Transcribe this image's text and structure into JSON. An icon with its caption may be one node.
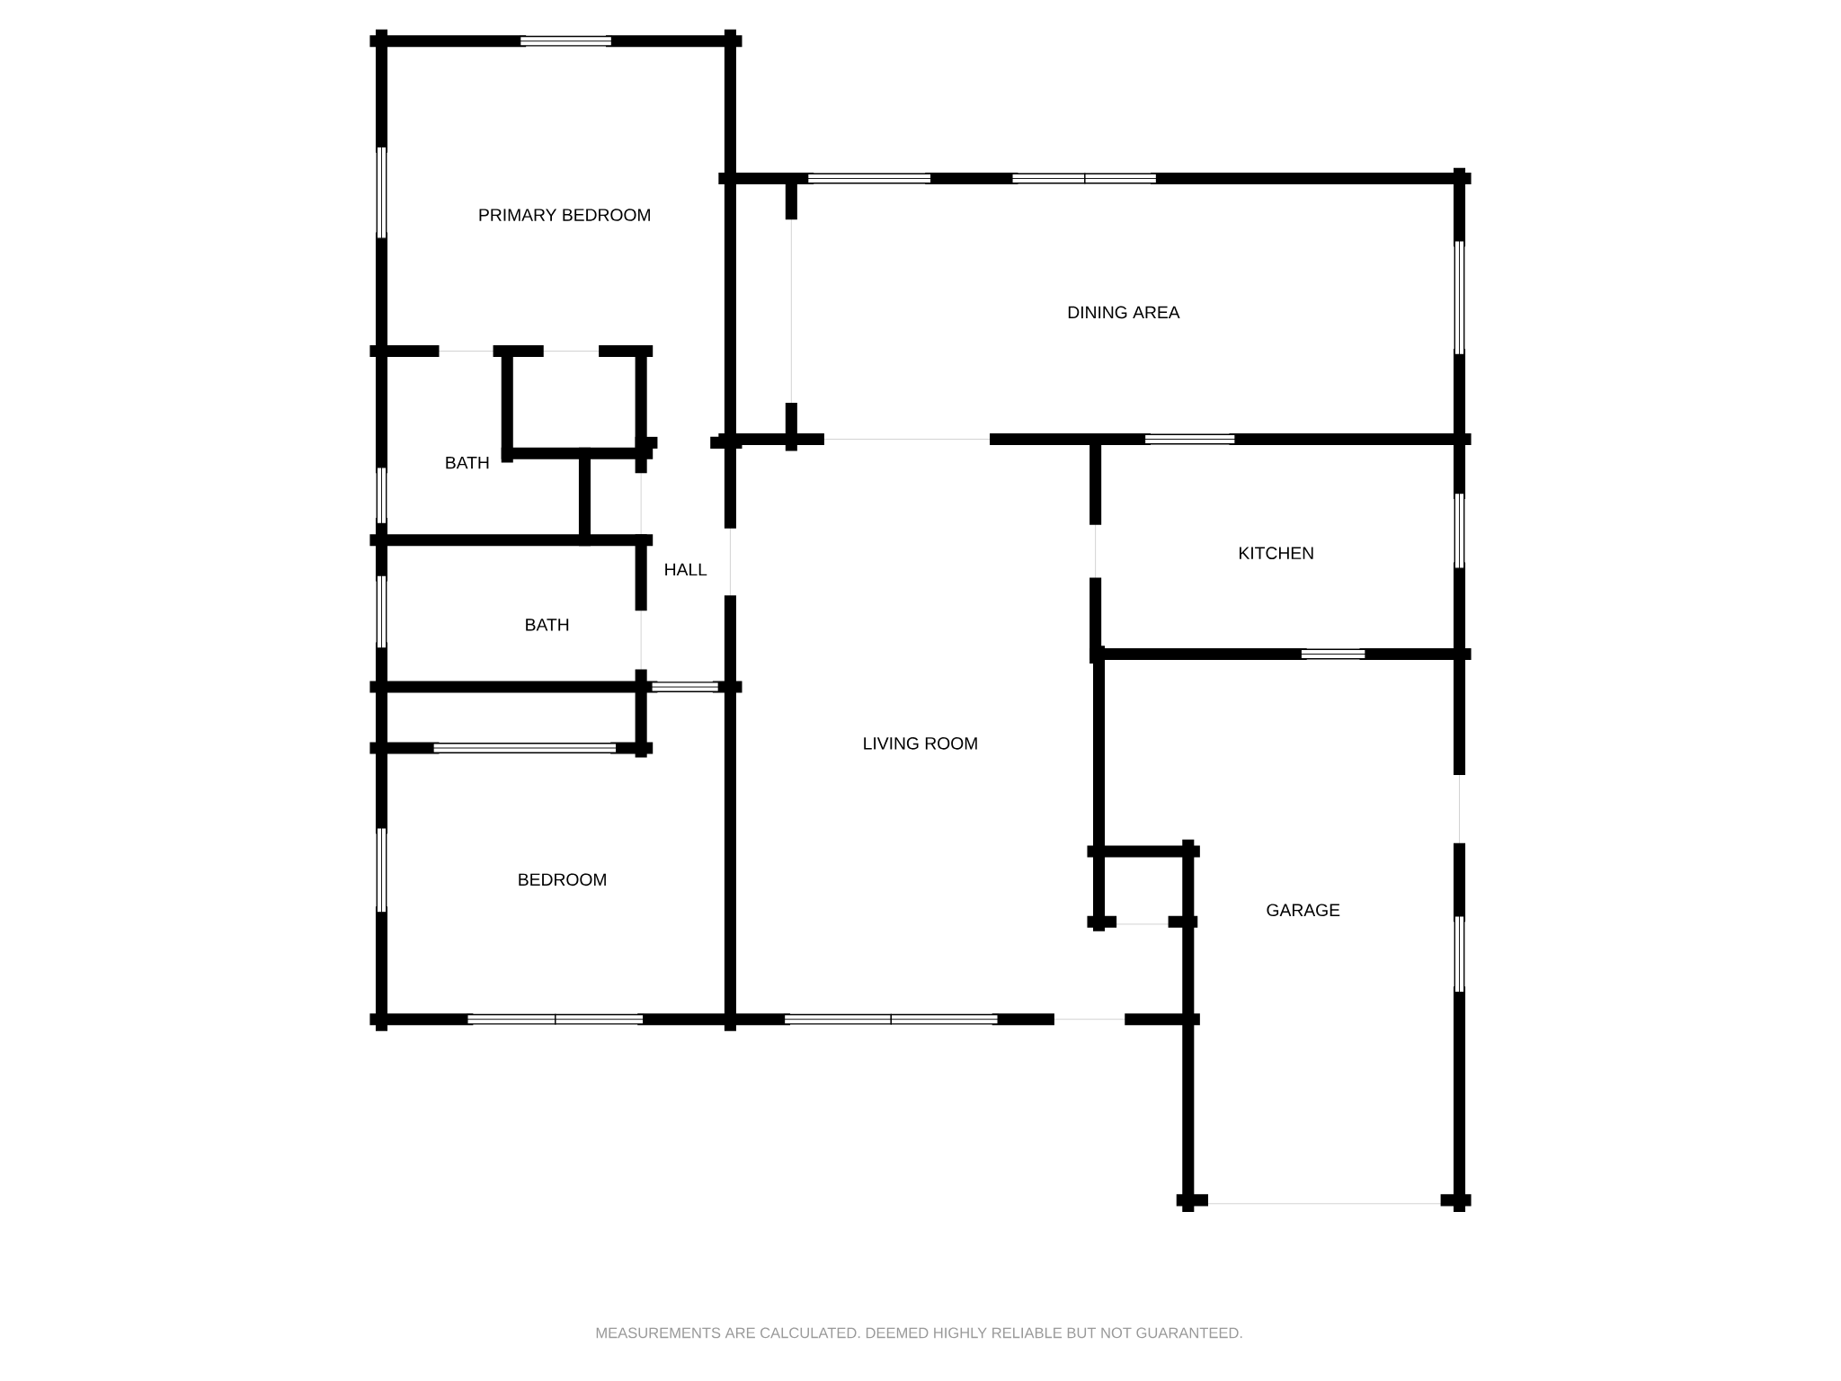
{
  "diagram": {
    "caption": "MEASUREMENTS ARE CALCULATED. DEEMED HIGHLY RELIABLE BUT NOT GUARANTEED.",
    "labels": [
      "PRIMARY BEDROOM",
      "DINING AREA",
      "BATH",
      "HALL",
      "KITCHEN",
      "BATH",
      "LIVING ROOM",
      "BEDROOM",
      "GARAGE"
    ]
  }
}
